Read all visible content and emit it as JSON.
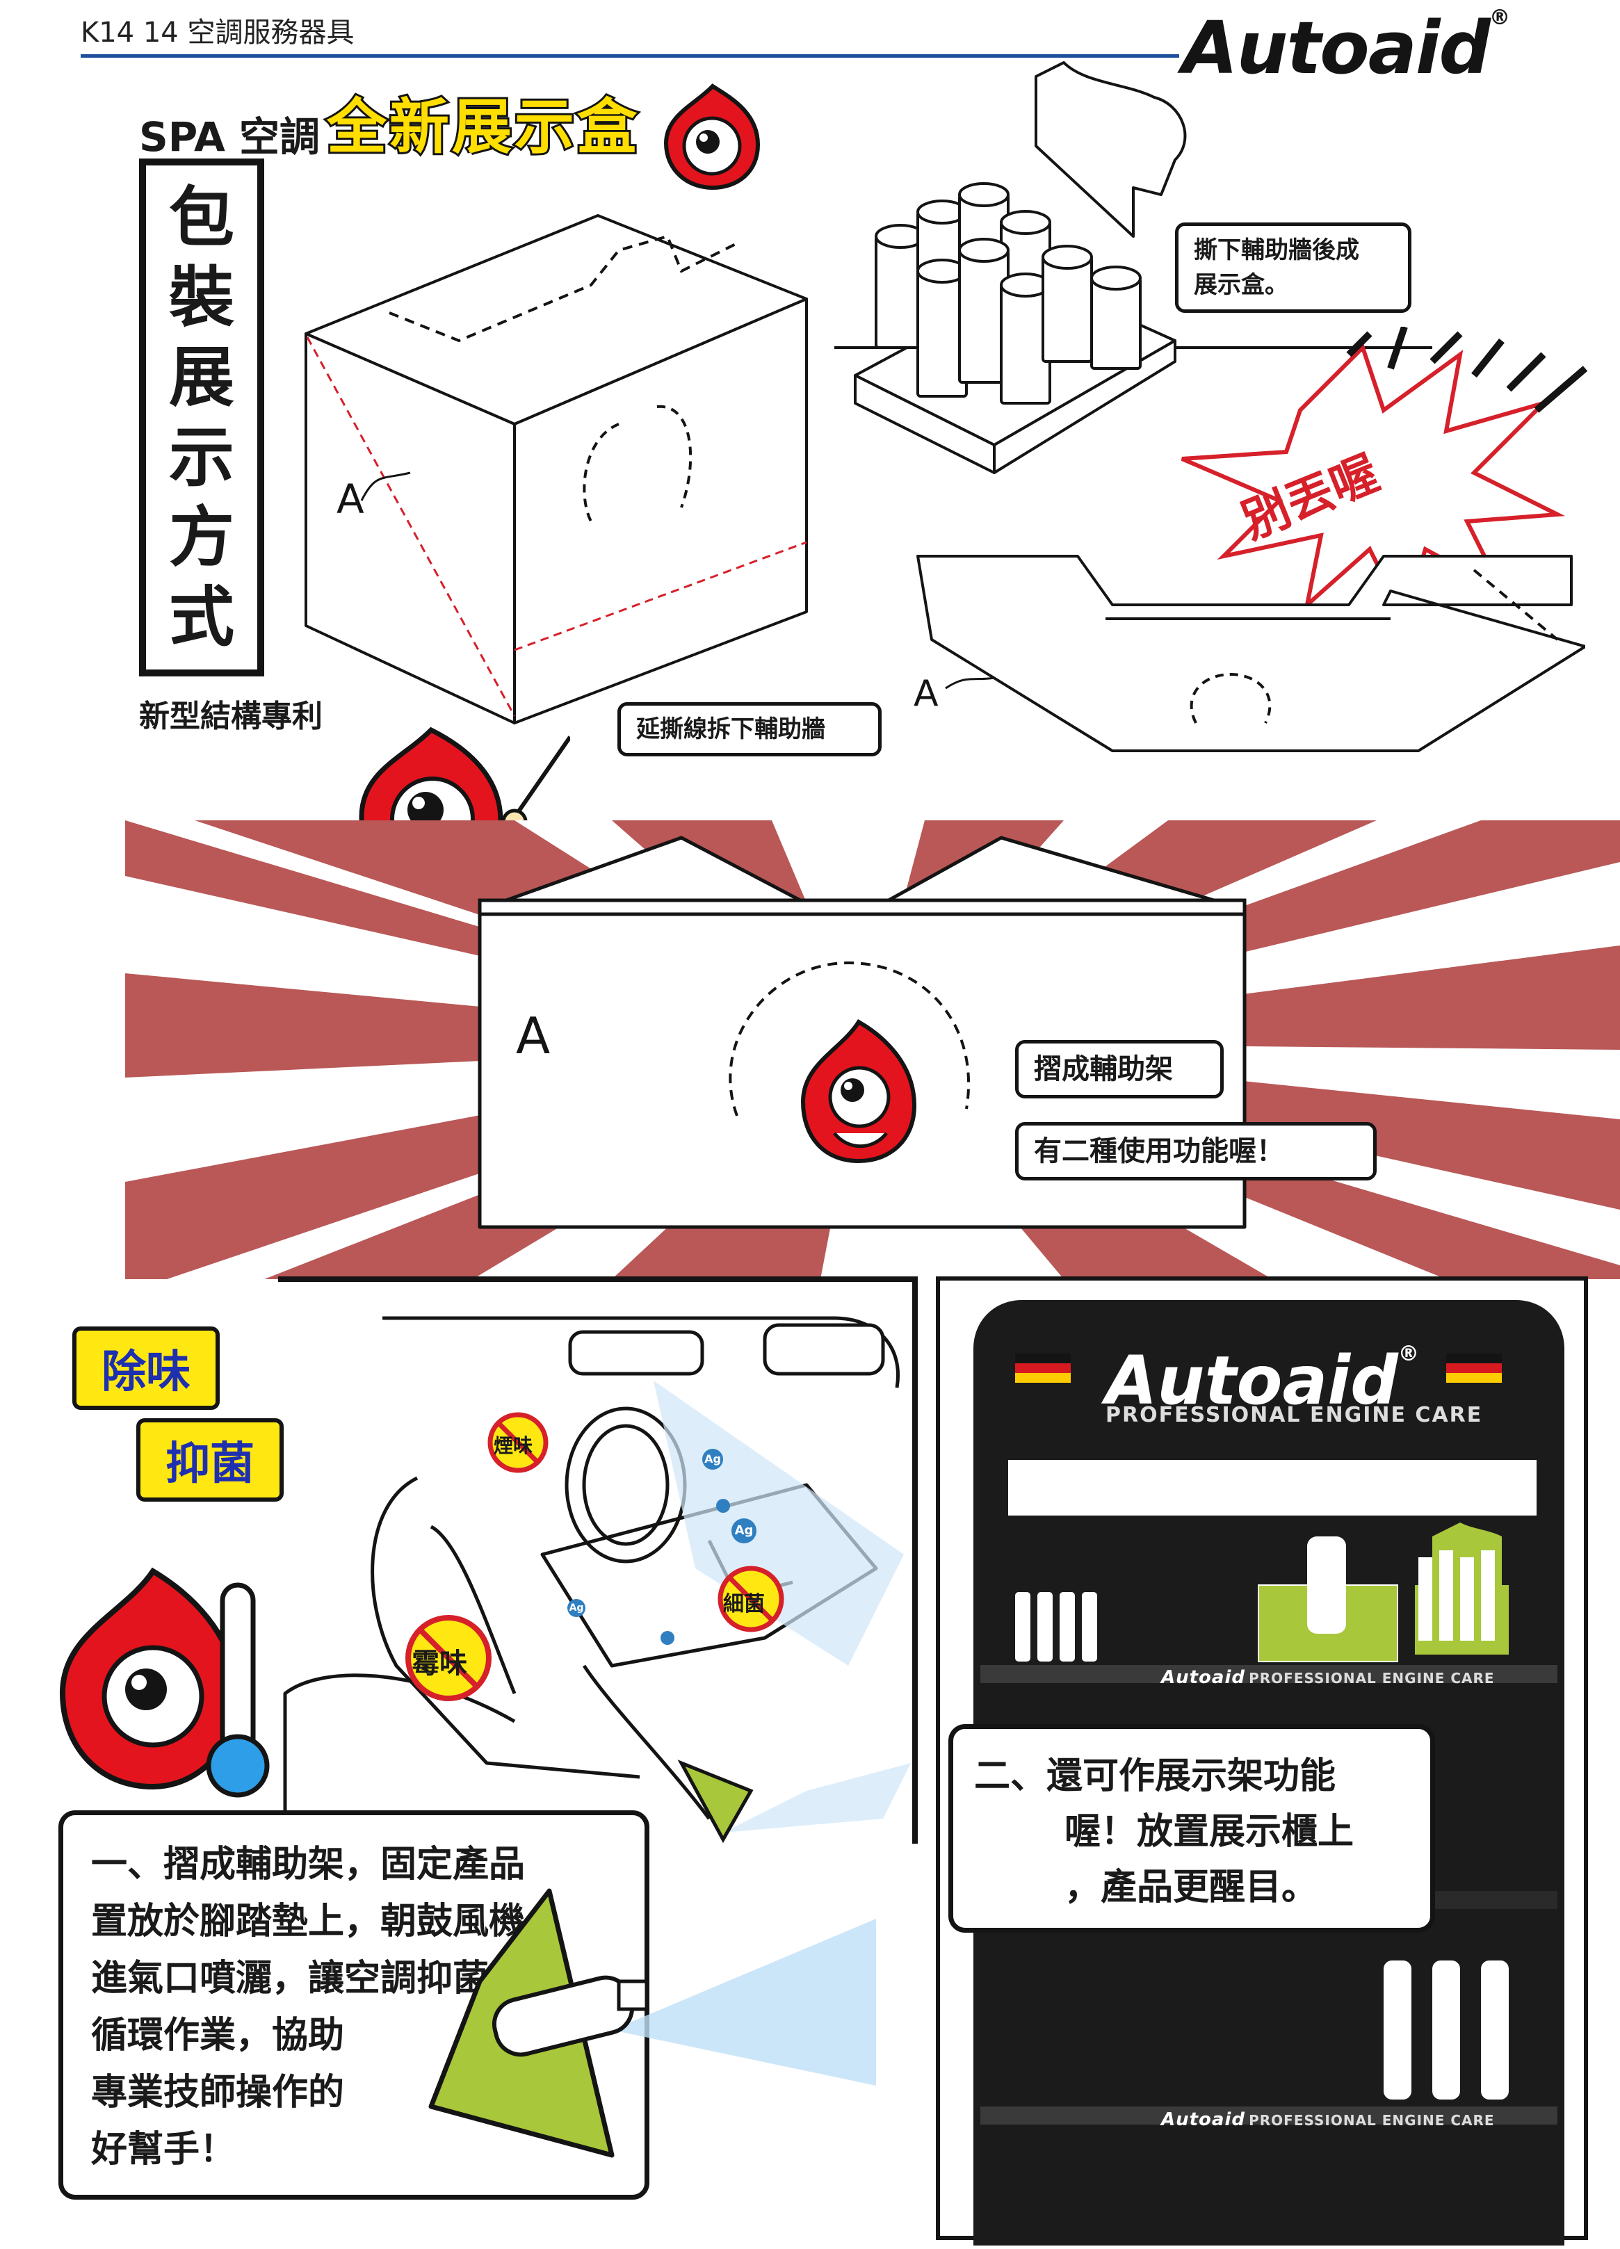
{
  "header": {
    "text": "K14 14 空調服務器具",
    "brand": "Autoaid",
    "reg": "®"
  },
  "intro": {
    "prefix": "SPA 空調",
    "highlight": "全新展示盒",
    "vertical_title": [
      "包",
      "裝",
      "展",
      "示",
      "方",
      "式"
    ],
    "patent": "新型結構專利"
  },
  "callouts": {
    "tear_line": "延撕線拆下輔助牆",
    "after_tear": [
      "撕下輔助牆後成",
      "展示盒。"
    ],
    "dont_throw": "別丟喔",
    "fold_stand": "摺成輔助架",
    "two_uses": "有二種使用功能喔！"
  },
  "labels": {
    "a": "A"
  },
  "car_panel": {
    "tags": [
      "除味",
      "抑菌"
    ],
    "badges": [
      "煙味",
      "細菌",
      "霉味"
    ],
    "ion": "Ag",
    "speech": [
      "一、摺成輔助架，固定產品",
      "置放於腳踏墊上，朝鼓風機",
      "進氣口噴灑，讓空調抑菌做",
      "循環作業，協助",
      "專業技師操作的",
      "好幫手！"
    ]
  },
  "shelf_panel": {
    "brand": "Autoaid",
    "tagline": "PROFESSIONAL ENGINE CARE",
    "strip_brand": "Autoaid",
    "strip_text": "PROFESSIONAL ENGINE CARE",
    "speech": [
      "二、還可作展示架功能",
      "喔！放置展示櫃上",
      "，產品更醒目。"
    ]
  },
  "colors": {
    "brand_red": "#e3141d",
    "ray_red": "#b95857",
    "accent_yellow": "#ffe812",
    "tag_blue": "#1e2fb0",
    "lime": "#a8c73a",
    "header_blue": "#1e4f9c"
  }
}
